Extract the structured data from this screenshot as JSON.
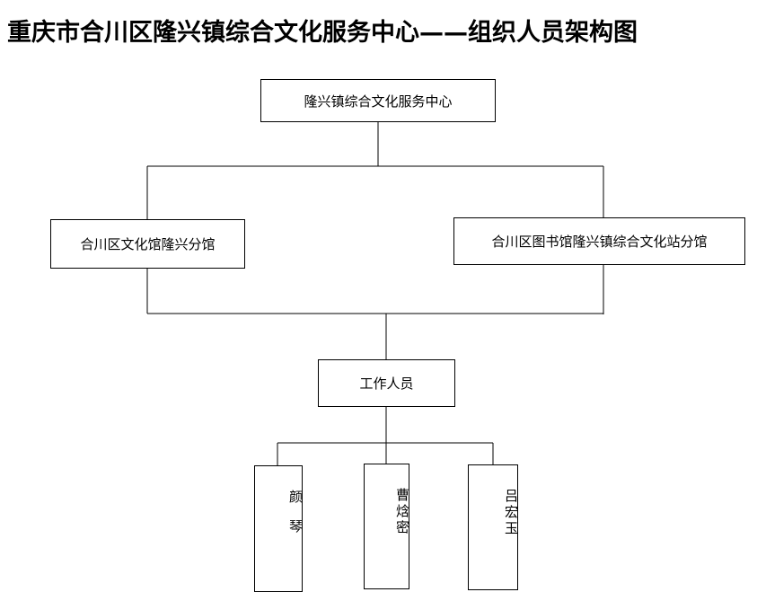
{
  "title": "重庆市合川区隆兴镇综合文化服务中心——组织人员架构图",
  "nodes": {
    "root": "隆兴镇综合文化服务中心",
    "left_branch": "合川区文化馆隆兴分馆",
    "right_branch": "合川区图书馆隆兴镇综合文化站分馆",
    "staff": "工作人员"
  },
  "people": [
    "颜琴",
    "曹焓密",
    "吕宏玉"
  ]
}
